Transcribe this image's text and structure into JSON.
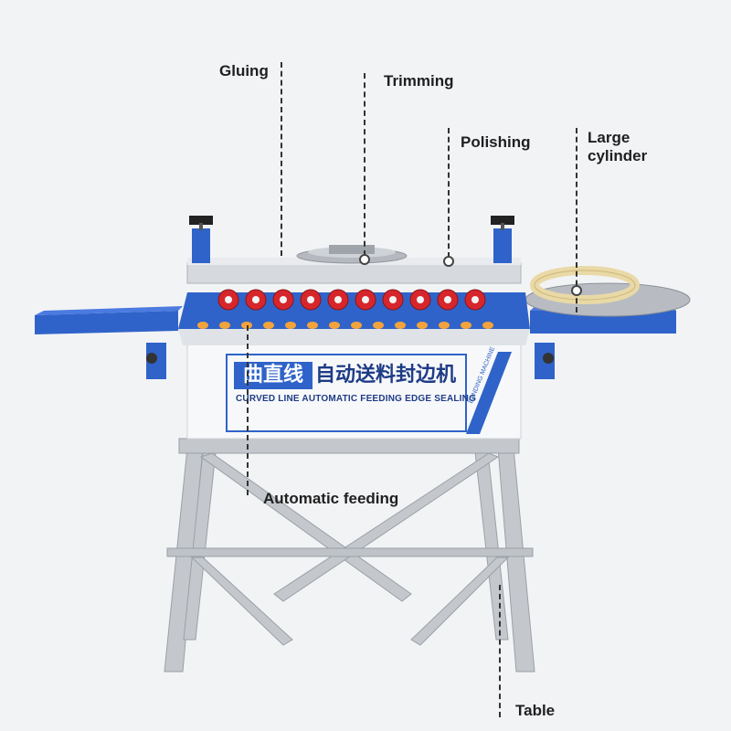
{
  "labels": {
    "gluing": "Gluing",
    "trimming": "Trimming",
    "polishing": "Polishing",
    "large_cylinder": "Large cylinder",
    "large_cylinder_line1": "Large",
    "large_cylinder_line2": "cylinder",
    "automatic_feeding": "Automatic feeding",
    "table": "Table"
  },
  "machine_panel": {
    "chinese_highlight": "曲直线",
    "chinese_rest": "自动送料封边机",
    "english_line": "CURVED LINE AUTOMATIC FEEDING EDGE SEALING",
    "side_text": "BANDING MACHINE"
  },
  "colors": {
    "background": "#f2f3f5",
    "machine_blue": "#2f63c9",
    "roller_red": "#d7262b",
    "roller_orange": "#f2a33b",
    "frame_gray": "#c9ccd1",
    "cylinder_cream": "#e9d9a6"
  }
}
